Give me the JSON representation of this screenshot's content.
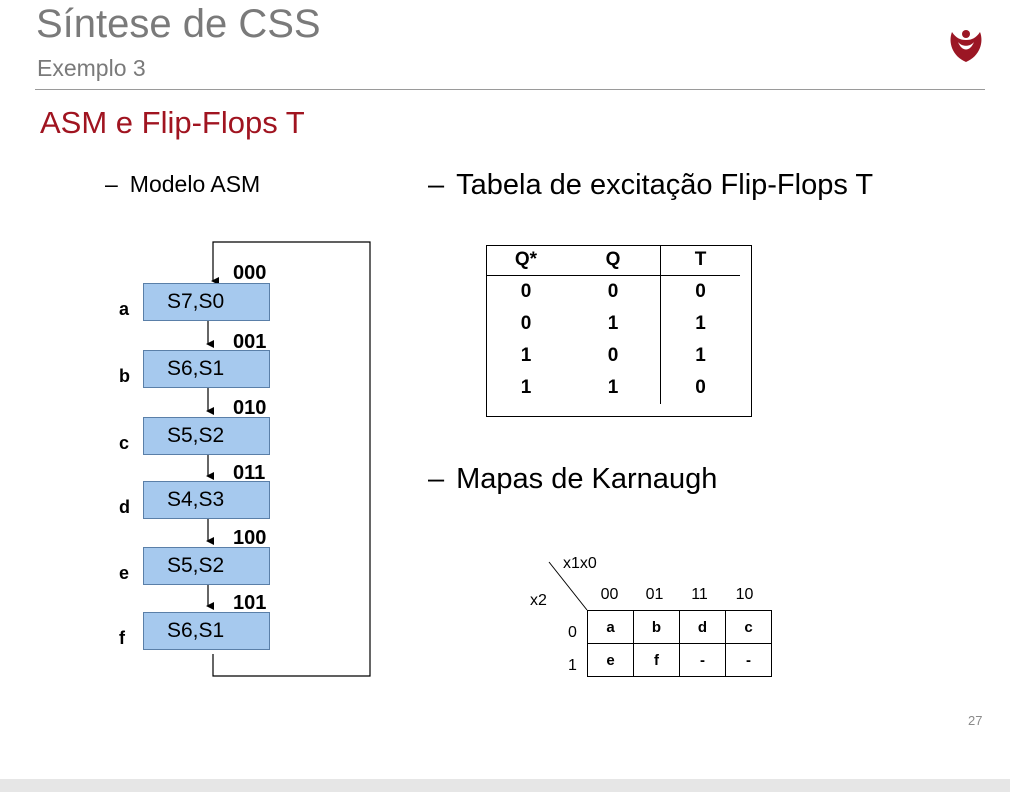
{
  "header": {
    "title": "Síntese de CSS",
    "subtitle": "Exemplo 3",
    "section": "ASM e Flip-Flops T"
  },
  "bullets": {
    "dash": "–",
    "asm_model": "Modelo ASM",
    "excitation_table": "Tabela de excitação Flip-Flops T",
    "karnaugh": "Mapas de Karnaugh"
  },
  "asm": {
    "states": [
      {
        "label": "a",
        "code": "000",
        "content": "S7,S0"
      },
      {
        "label": "b",
        "code": "001",
        "content": "S6,S1"
      },
      {
        "label": "c",
        "code": "010",
        "content": "S5,S2"
      },
      {
        "label": "d",
        "code": "011",
        "content": "S4,S3"
      },
      {
        "label": "e",
        "code": "100",
        "content": "S5,S2"
      },
      {
        "label": "f",
        "code": "101",
        "content": "S6,S1"
      }
    ]
  },
  "excitation_table": {
    "headers": [
      "Q*",
      "Q",
      "T"
    ],
    "rows": [
      [
        "0",
        "0",
        "0"
      ],
      [
        "0",
        "1",
        "1"
      ],
      [
        "1",
        "0",
        "1"
      ],
      [
        "1",
        "1",
        "0"
      ]
    ]
  },
  "karnaugh_map": {
    "col_var": "x1x0",
    "row_var": "x2",
    "col_headers": [
      "00",
      "01",
      "11",
      "10"
    ],
    "row_headers": [
      "0",
      "1"
    ],
    "cells": [
      [
        "a",
        "b",
        "d",
        "c"
      ],
      [
        "e",
        "f",
        "-",
        "-"
      ]
    ]
  },
  "footer": {
    "page_number": "27"
  },
  "colors": {
    "title_gray": "#7a7a7a",
    "section_red": "#a01420",
    "state_fill": "#a6c9ee",
    "logo_red": "#9b1624"
  }
}
